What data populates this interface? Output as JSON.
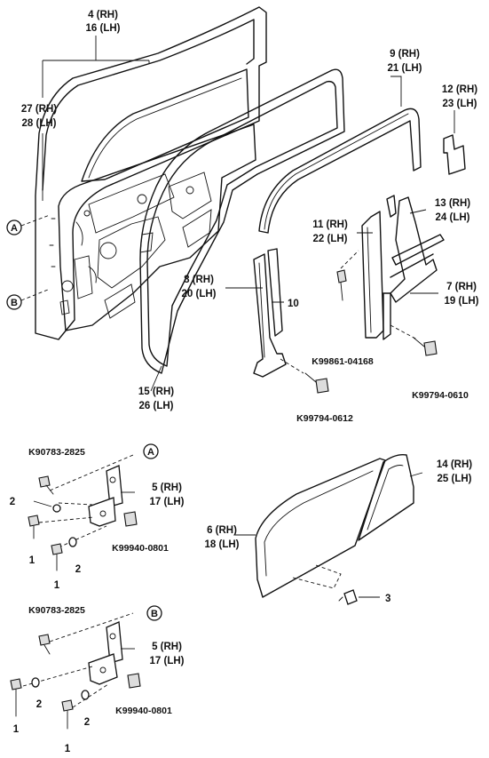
{
  "labels": {
    "door_frame": {
      "rh": "4 (RH)",
      "lh": "16 (LH)"
    },
    "hinge_side": {
      "rh": "27 (RH)",
      "lh": "28 (LH)"
    },
    "run_channel": {
      "rh": "9 (RH)",
      "lh": "21 (LH)"
    },
    "bracket": {
      "rh": "12 (RH)",
      "lh": "23 (LH)"
    },
    "quarter_channel_upper": {
      "rh": "13 (RH)",
      "lh": "24 (LH)"
    },
    "division_bar": {
      "rh": "11 (RH)",
      "lh": "22 (LH)"
    },
    "rear_channel": {
      "rh": "7 (RH)",
      "lh": "19 (LH)"
    },
    "front_channel": {
      "rh": "8 (RH)",
      "lh": "20 (LH)"
    },
    "guide_no": "10",
    "weatherstrip": {
      "rh": "15 (RH)",
      "lh": "26 (LH)"
    },
    "bolt_a": "K99861-04168",
    "bolt_b": "K99794-0610",
    "bolt_c": "K99794-0612",
    "upper_hinge": {
      "bolt_top": "K90783-2825",
      "washer": "2",
      "hinge": {
        "rh": "5 (RH)",
        "lh": "17 (LH)"
      },
      "bolt_1a": "1",
      "washer_2": "2",
      "bolt_1b": "1",
      "nut": "K99940-0801",
      "callout": "A"
    },
    "lower_hinge": {
      "bolt_top": "K90783-2825",
      "hinge": {
        "rh": "5 (RH)",
        "lh": "17 (LH)"
      },
      "bolt_1a": "1",
      "washer_2a": "2",
      "washer_2b": "2",
      "bolt_1b": "1",
      "nut": "K99940-0801",
      "callout": "B"
    },
    "glass_main": {
      "rh": "6 (RH)",
      "lh": "18 (LH)"
    },
    "glass_quarter": {
      "rh": "14 (RH)",
      "lh": "25 (LH)"
    },
    "clip_no": "3",
    "callout_a": "A",
    "callout_b": "B"
  }
}
